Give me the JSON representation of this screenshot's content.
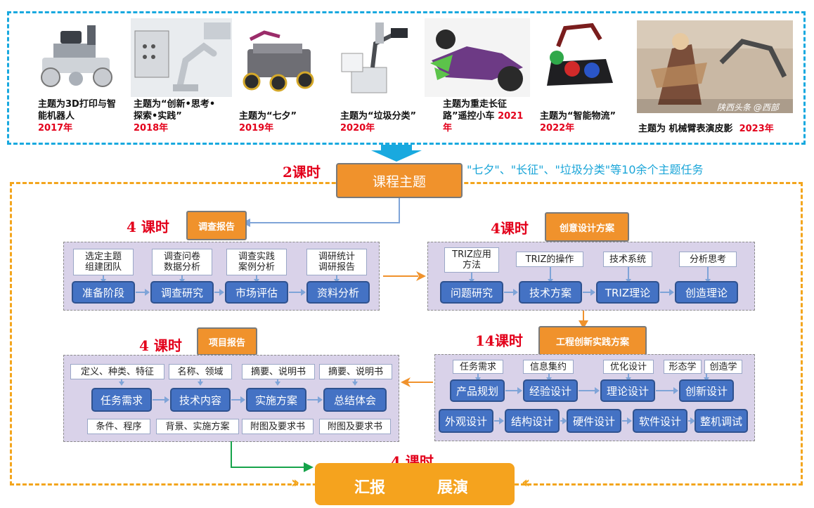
{
  "timeline": [
    {
      "caption": "主题为3D打印与智能机器人",
      "year": "2017年"
    },
    {
      "caption": "主题为“创新•思考•探索•实践”",
      "year": "2018年"
    },
    {
      "caption": "主题为“七夕”",
      "year": "2019年"
    },
    {
      "caption": "主题为“垃圾分类”",
      "year": "2020年"
    },
    {
      "caption": "主题为重走长征路”遥控小车",
      "year": "2021年"
    },
    {
      "caption": "主题为“智能物流”",
      "year": "2022年"
    },
    {
      "caption": "主题为 机械臂表演皮影",
      "year": "2023年"
    }
  ],
  "photo_watermark": "陕西头条 @西部",
  "course_theme": {
    "label": "课程主题",
    "hours": "2课时",
    "note": "\"七夕\"、\"长征\"、\"垃圾分类\"等10余个主题任务"
  },
  "survey": {
    "title": "调查报告",
    "hours": "4 课时",
    "tags": [
      "选定主题\n组建团队",
      "调查问卷\n数据分析",
      "调查实践\n案例分析",
      "调研统计\n调研报告"
    ],
    "steps": [
      "准备阶段",
      "调查研究",
      "市场评估",
      "资料分析"
    ]
  },
  "creative": {
    "title": "创意设计方案",
    "hours": "4课时",
    "tags": [
      "TRIZ应用\n方法",
      "TRIZ的操作",
      "技术系统",
      "分析思考"
    ],
    "steps": [
      "问题研究",
      "技术方案",
      "TRIZ理论",
      "创造理论"
    ]
  },
  "engineering": {
    "title": "工程创新实践方案",
    "hours": "14课时",
    "tags": [
      "任务需求",
      "信息集约",
      "优化设计",
      "形态学",
      "创造学"
    ],
    "steps": [
      "产品规划",
      "经验设计",
      "理论设计",
      "创新设计"
    ],
    "bottom_steps": [
      "外观设计",
      "结构设计",
      "硬件设计",
      "软件设计",
      "整机调试"
    ]
  },
  "project": {
    "title": "项目报告",
    "hours": "4 课时",
    "top_tags": [
      "定义、种类、特征",
      "名称、领域",
      "摘要、说明书",
      "摘要、说明书"
    ],
    "steps": [
      "任务需求",
      "技术内容",
      "实施方案",
      "总结体会"
    ],
    "bottom_tags": [
      "条件、程序",
      "背景、实施方案",
      "附图及要求书",
      "附图及要求书"
    ]
  },
  "final": {
    "hours": "4 课时",
    "label_left": "汇报",
    "label_right": "展演"
  },
  "colors": {
    "top_frame": "#19a9df",
    "big_frame": "#f3a51d",
    "orange": "#f0922c",
    "step_blue": "#4472c4",
    "panel": "#d9d2e9",
    "hours_red": "#e3001b",
    "note_blue": "#1aa5d8",
    "flow_green": "#16a34a"
  }
}
